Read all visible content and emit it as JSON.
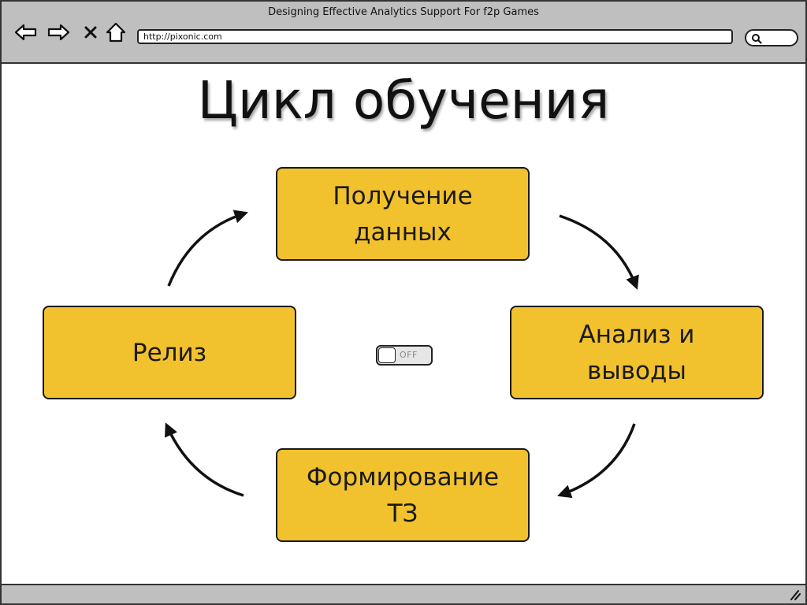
{
  "window": {
    "title": "Designing Effective Analytics Support For f2p Games"
  },
  "browser": {
    "url": "http://pixonic.com",
    "search_placeholder": ""
  },
  "slide": {
    "title": "Цикл обучения",
    "cycle": [
      {
        "label": "Получение\nданных"
      },
      {
        "label": "Анализ и\nвыводы"
      },
      {
        "label": "Формирование\nТЗ"
      },
      {
        "label": "Релиз"
      }
    ],
    "toggle": {
      "label": "OFF",
      "state": "off"
    }
  },
  "colors": {
    "box_fill": "#f2c12e",
    "chrome": "#bfbfbf",
    "outline": "#1a1a1a"
  },
  "icons": [
    "back-arrow-icon",
    "forward-arrow-icon",
    "close-icon",
    "home-icon",
    "search-icon",
    "resize-grip-icon"
  ]
}
